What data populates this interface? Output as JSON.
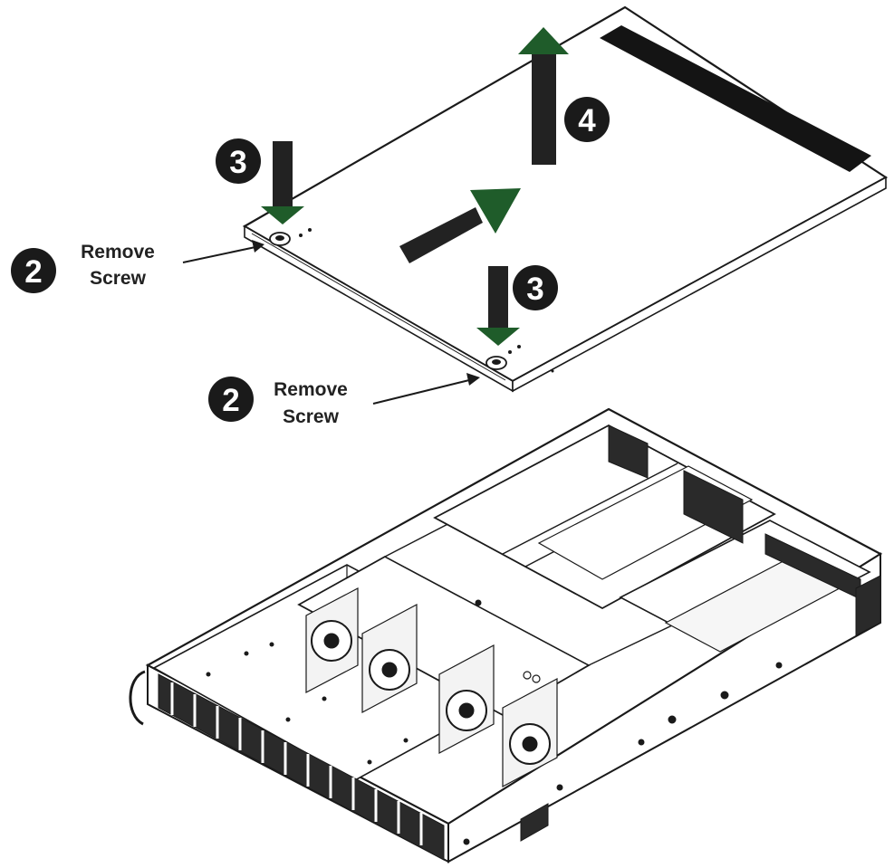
{
  "colors": {
    "background": "#ffffff",
    "line": "#1a1a1a",
    "arrow_shaft": "#222222",
    "arrow_head": "#1f5c2a",
    "badge_fill": "#1a1a1a",
    "badge_text": "#ffffff",
    "label_text": "#222222"
  },
  "steps": {
    "step2_left": {
      "number": "2",
      "label_line1": "Remove",
      "label_line2": "Screw"
    },
    "step2_right": {
      "number": "2",
      "label_line1": "Remove",
      "label_line2": "Screw"
    },
    "step3_left": {
      "number": "3"
    },
    "step3_right": {
      "number": "3"
    },
    "step4": {
      "number": "4"
    }
  },
  "icons": {
    "arrow_down": "arrow-down-icon",
    "arrow_up": "arrow-up-icon",
    "arrow_slide": "arrow-diagonal-icon",
    "fan": "fan-icon"
  }
}
